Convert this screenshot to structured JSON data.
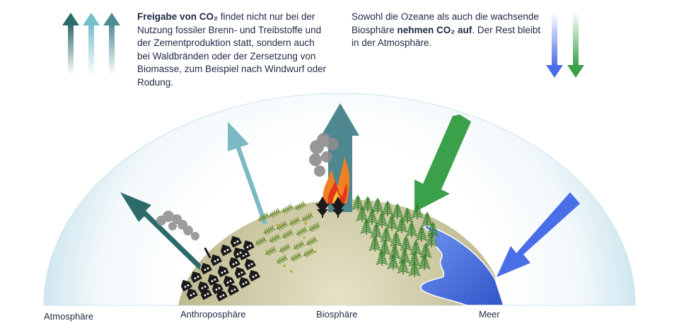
{
  "left_text": {
    "bold": "Freigabe von CO₂",
    "rest": " findet nicht nur bei der Nutzung fossiler Brenn- und Treibstoffe und der Zementproduktion statt, sondern auch bei Waldbränden oder der Zersetzung von Biomasse, zum Beispiel nach Windwurf oder Rodung."
  },
  "right_text": {
    "pre": "Sowohl die Ozeane als auch die wachsende Biosphäre ",
    "bold": "nehmen CO₂ auf",
    "post": ". Der Rest bleibt in der Atmosphäre."
  },
  "labels": {
    "atmosphere": "Atmosphäre",
    "anthroposphere": "Anthroposphäre",
    "biosphere": "Biosphäre",
    "ocean": "Meer"
  },
  "colors": {
    "anthro_arrow": "#2d6b6b",
    "land_arrow": "#74b3bf",
    "fire_arrow": "#457e88",
    "bio_arrow": "#3aa04a",
    "ocean_arrow": "#4a6ee8",
    "ground": "#cdc8a3",
    "sea": "#3f68d8",
    "atmosphere": "#d5ebf2"
  },
  "icons": [
    "up-arrow-icon",
    "down-arrow-icon",
    "fire-icon",
    "smoke-icon",
    "house-icon",
    "tree-icon"
  ]
}
